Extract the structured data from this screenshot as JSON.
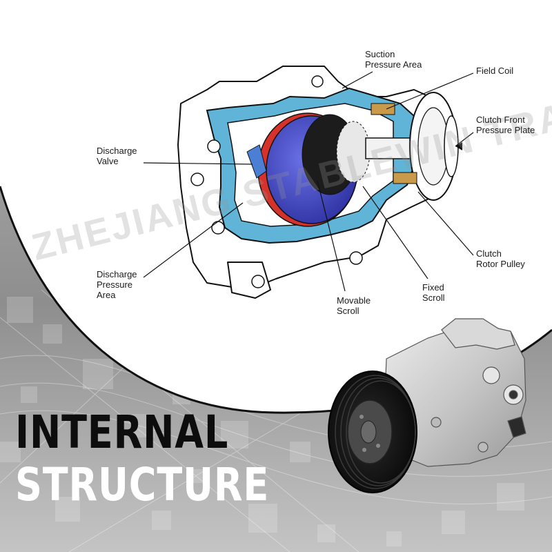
{
  "title": {
    "line1": "INTERNAL",
    "line2": "STRUCTURE"
  },
  "watermark": "ZHEJIANG STABLEWIN TRADE",
  "labels": {
    "suction_pressure_area": [
      "Suction",
      "Pressure Area"
    ],
    "field_coil": [
      "Field Coil"
    ],
    "clutch_front_pressure_plate": [
      "Clutch Front",
      "Pressure Plate"
    ],
    "discharge_valve": [
      "Discharge",
      "Valve"
    ],
    "discharge_pressure_area": [
      "Discharge",
      "Pressure",
      "Area"
    ],
    "movable_scroll": [
      "Movable",
      "Scroll"
    ],
    "fixed_scroll": [
      "Fixed",
      "Scroll"
    ],
    "clutch_rotor_pulley": [
      "Clutch",
      "Rotor Pulley"
    ]
  },
  "colors": {
    "background_gray": "#8f8f8f",
    "housing_blue": "#5fb4d8",
    "scroll_blue": "#3f44c8",
    "scroll_red": "#d4322a",
    "headline_black": "#0d0d0d",
    "headline_white": "#ffffff"
  }
}
